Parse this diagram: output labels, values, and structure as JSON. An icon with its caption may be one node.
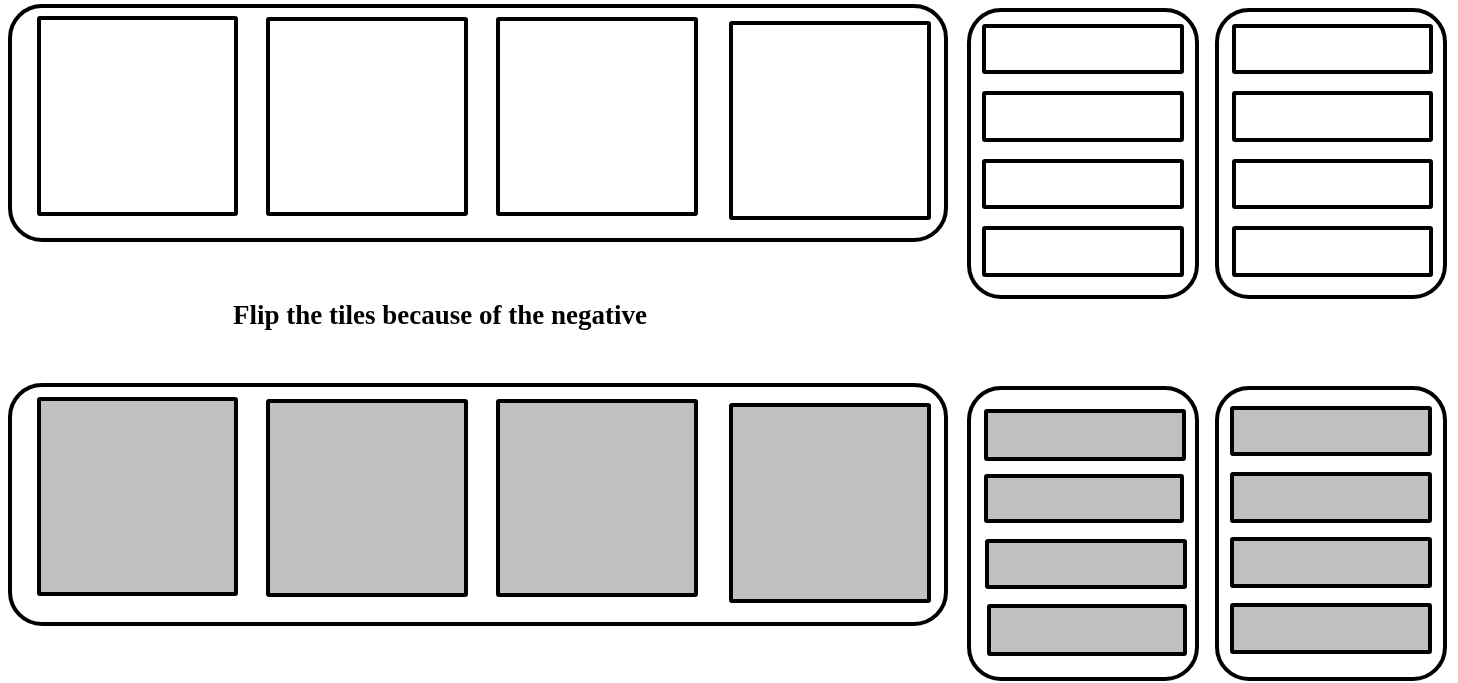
{
  "diagram": {
    "nodes": [
      {
        "text": [],
        "shape": "box"
      },
      {
        "text": [],
        "shape": "box",
        "in": 0
      },
      {
        "text": [],
        "shape": "box",
        "in": 0
      },
      {
        "text": [],
        "shape": "box",
        "in": 0
      },
      {
        "text": [],
        "shape": "box",
        "in": 0
      },
      {
        "text": [],
        "shape": "box"
      },
      {
        "text": [],
        "shape": "bar",
        "in": 5
      },
      {
        "text": [],
        "shape": "bar",
        "in": 5
      },
      {
        "text": [],
        "shape": "bar",
        "in": 5
      },
      {
        "text": [],
        "shape": "bar",
        "in": 5
      },
      {
        "text": [],
        "shape": "box"
      },
      {
        "text": [],
        "shape": "bar",
        "in": 10
      },
      {
        "text": [],
        "shape": "bar",
        "in": 10
      },
      {
        "text": [],
        "shape": "bar",
        "in": 10
      },
      {
        "text": [],
        "shape": "bar",
        "in": 10
      },
      {
        "text": [],
        "shape": "box"
      },
      {
        "text": [],
        "shape": "box",
        "in": 15
      },
      {
        "text": [],
        "shape": "box",
        "in": 15
      },
      {
        "text": [],
        "shape": "box",
        "in": 15
      },
      {
        "text": [],
        "shape": "box",
        "in": 15
      },
      {
        "text": [],
        "shape": "box"
      },
      {
        "text": [],
        "shape": "bar",
        "in": 20
      },
      {
        "text": [],
        "shape": "bar",
        "in": 20
      },
      {
        "text": [],
        "shape": "bar",
        "in": 20
      },
      {
        "text": [],
        "shape": "bar",
        "in": 20
      },
      {
        "text": [],
        "shape": "box"
      },
      {
        "text": [],
        "shape": "bar",
        "in": 25
      },
      {
        "text": [],
        "shape": "bar",
        "in": 25
      },
      {
        "text": [],
        "shape": "bar",
        "in": 25
      },
      {
        "text": [],
        "shape": "bar",
        "in": 25
      }
    ],
    "labels": [
      "Flip the tiles because of the negative"
    ]
  }
}
